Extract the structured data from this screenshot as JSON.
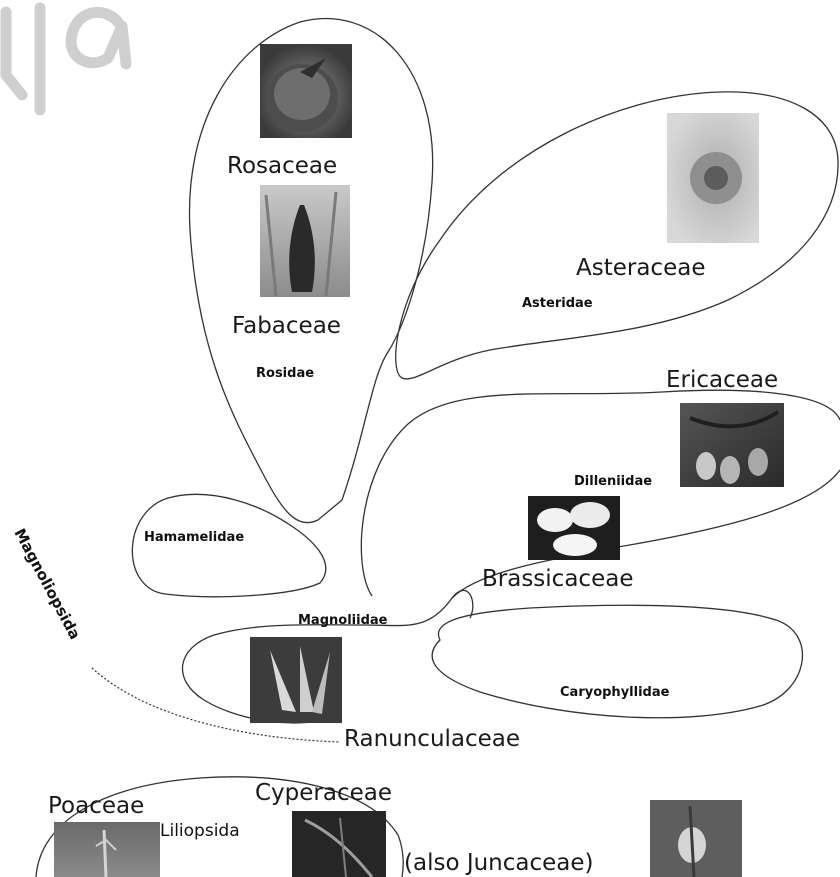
{
  "families": {
    "rosaceae": "Rosaceae",
    "fabaceae": "Fabaceae",
    "asteraceae": "Asteraceae",
    "ericaceae": "Ericaceae",
    "brassicaceae": "Brassicaceae",
    "ranunculaceae": "Ranunculaceae",
    "poaceae": "Poaceae",
    "cyperaceae": "Cyperaceae",
    "juncaceae_note": "(also Juncaceae)"
  },
  "subclasses": {
    "rosidae": "Rosidae",
    "asteridae": "Asteridae",
    "dilleniidae": "Dilleniidae",
    "hamamelidae": "Hamamelidae",
    "magnoliidae": "Magnoliidae",
    "caryophyllidae": "Caryophyllidae"
  },
  "classes": {
    "magnoliopsida": "Magnoliopsida",
    "liliopsida": "Liliopsida"
  },
  "colors": {
    "outline": "#333333",
    "text": "#1a1a1a",
    "watermark": "#cfcfcf"
  }
}
